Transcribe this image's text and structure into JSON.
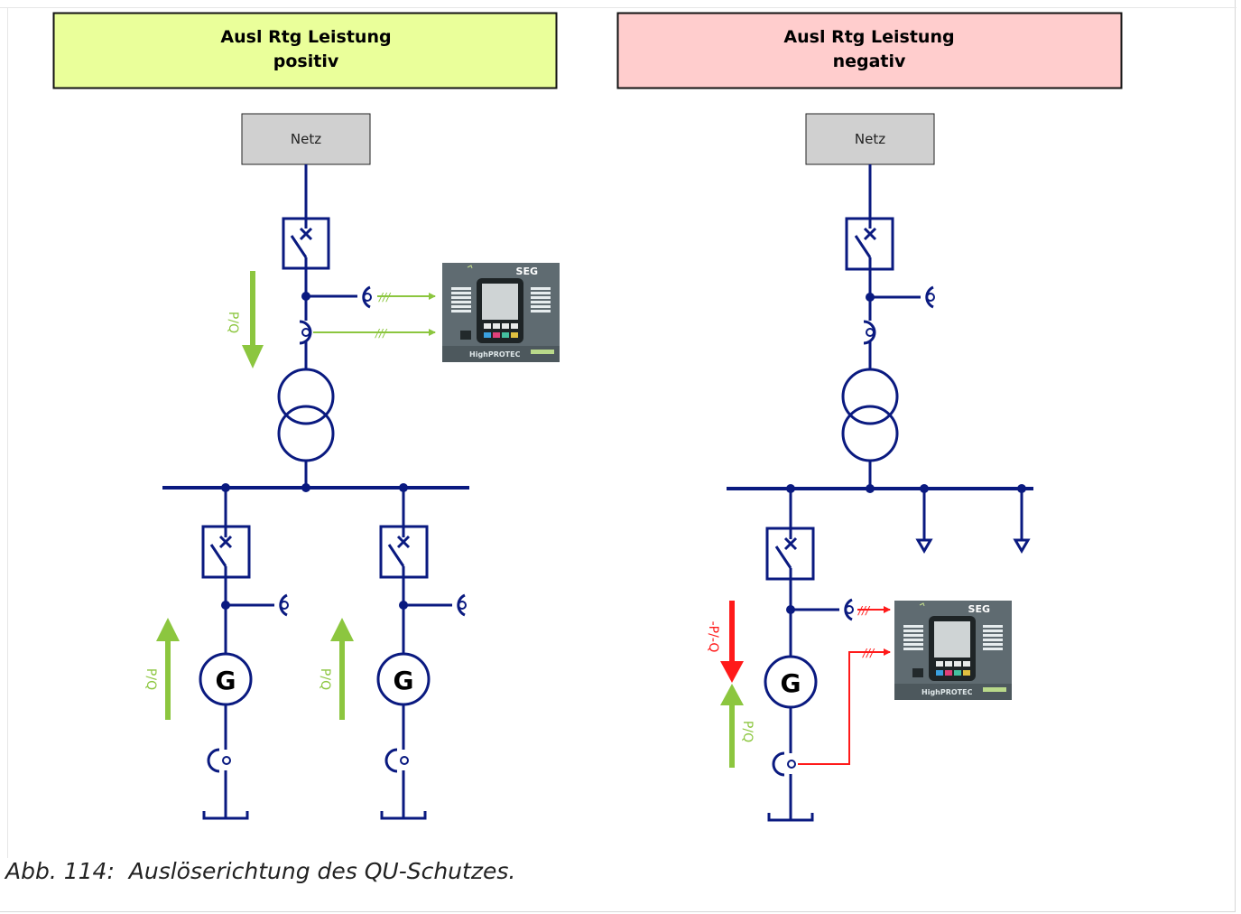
{
  "panels": {
    "positive": {
      "title_line1": "Ausl Rtg Leistung",
      "title_line2": "positiv",
      "header_color": "#eaff9a"
    },
    "negative": {
      "title_line1": "Ausl Rtg Leistung",
      "title_line2": "negativ",
      "header_color": "#ffcdcd"
    }
  },
  "labels": {
    "netz": "Netz",
    "generator": "G",
    "flow_pq": "P/Q",
    "flow_neg_pq": "-P/-Q",
    "relay_brand": "SEG",
    "relay_model": "HighPROTEC"
  },
  "colors": {
    "line": "#0a1a80",
    "positive_arrow": "#8cc63f",
    "negative_arrow": "#ff1a1a",
    "relay_body": "#5f6b71"
  },
  "caption": "Abb. 114:  Auslöserichtung des QU-Schutzes."
}
